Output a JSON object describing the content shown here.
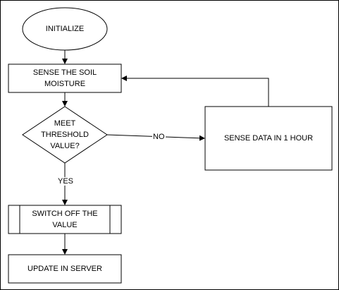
{
  "diagram": {
    "nodes": {
      "initialize": {
        "shape": "ellipse",
        "label": "INITIALIZE"
      },
      "sense_soil": {
        "shape": "process",
        "label": "SENSE THE SOIL MOISTURE"
      },
      "threshold": {
        "shape": "decision",
        "label": "MEET THRESHOLD VALUE?"
      },
      "sense_data": {
        "shape": "process",
        "label": "SENSE DATA IN 1 HOUR"
      },
      "switch_off": {
        "shape": "predefined-process",
        "label": "SWITCH OFF THE VALUE"
      },
      "update_server": {
        "shape": "process",
        "label": "UPDATE IN SERVER"
      }
    },
    "edges": {
      "yes_label": "YES",
      "no_label": "NO"
    },
    "colors": {
      "stroke": "#000000",
      "fill": "#ffffff",
      "text": "#000000"
    }
  }
}
